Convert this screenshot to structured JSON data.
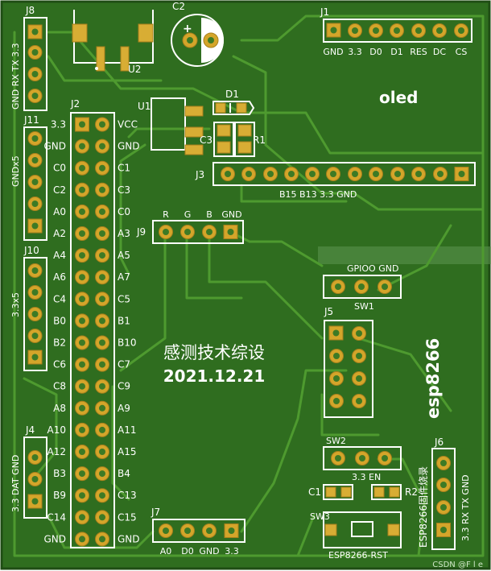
{
  "board": {
    "title": "感测技术综设",
    "date": "2021.12.21",
    "oled_label": "oled",
    "esp_label": "esp8266",
    "watermark": "CSDN @F l e",
    "colors": {
      "board": "#2f6d1f",
      "trace": "#4e9a2f",
      "pad": "#d4a52a",
      "silk": "#ffffff",
      "edge": "#1f4d14"
    }
  },
  "refs": {
    "J1": "J1",
    "J2": "J2",
    "J3": "J3",
    "J4": "J4",
    "J5": "J5",
    "J6": "J6",
    "J7": "J7",
    "J8": "J8",
    "J9": "J9",
    "J10": "J10",
    "J11": "J11",
    "U1": "U1",
    "U2": "U2",
    "C1": "C1",
    "C2": "C2",
    "C3": "C3",
    "D1": "D1",
    "R1": "R1",
    "R2": "R2",
    "SW1": "SW1",
    "SW2": "SW2",
    "SW3": "SW3"
  },
  "j1_labels": [
    "GND",
    "3.3",
    "D0",
    "D1",
    "RES",
    "DC",
    "CS"
  ],
  "j8_labels": "GND RX TX 3.3",
  "j11_label": "GNDx5",
  "j10_label": "3.3x5",
  "j4_labels": "3.3 DAT GND",
  "j3_labels": "B15 B13 3.3 GND",
  "j9_labels": [
    "R",
    "G",
    "B",
    "GND"
  ],
  "sw1_labels": "GPIOO GND",
  "sw2_labels": "3.3 EN",
  "sw3_label": "ESP8266-RST",
  "j6_label_cn": "ESP8266固件烧录",
  "j6_labels": "3.3 RX TX GND",
  "j7_labels": [
    "A0",
    "D0",
    "GND",
    "3.3"
  ],
  "j2_left": [
    "3.3",
    "GND",
    "C0",
    "C2",
    "A0",
    "A2",
    "A4",
    "A6",
    "C4",
    "B0",
    "B2",
    "C6",
    "C8",
    "A8",
    "A10",
    "A12",
    "B3",
    "B9",
    "C14",
    "GND"
  ],
  "j2_right": [
    "VCC",
    "GND",
    "C1",
    "C3",
    "C0",
    "A3",
    "A5",
    "A7",
    "C5",
    "B1",
    "B10",
    "C7",
    "C9",
    "A9",
    "A11",
    "A15",
    "B4",
    "C13",
    "C15",
    "GND"
  ]
}
